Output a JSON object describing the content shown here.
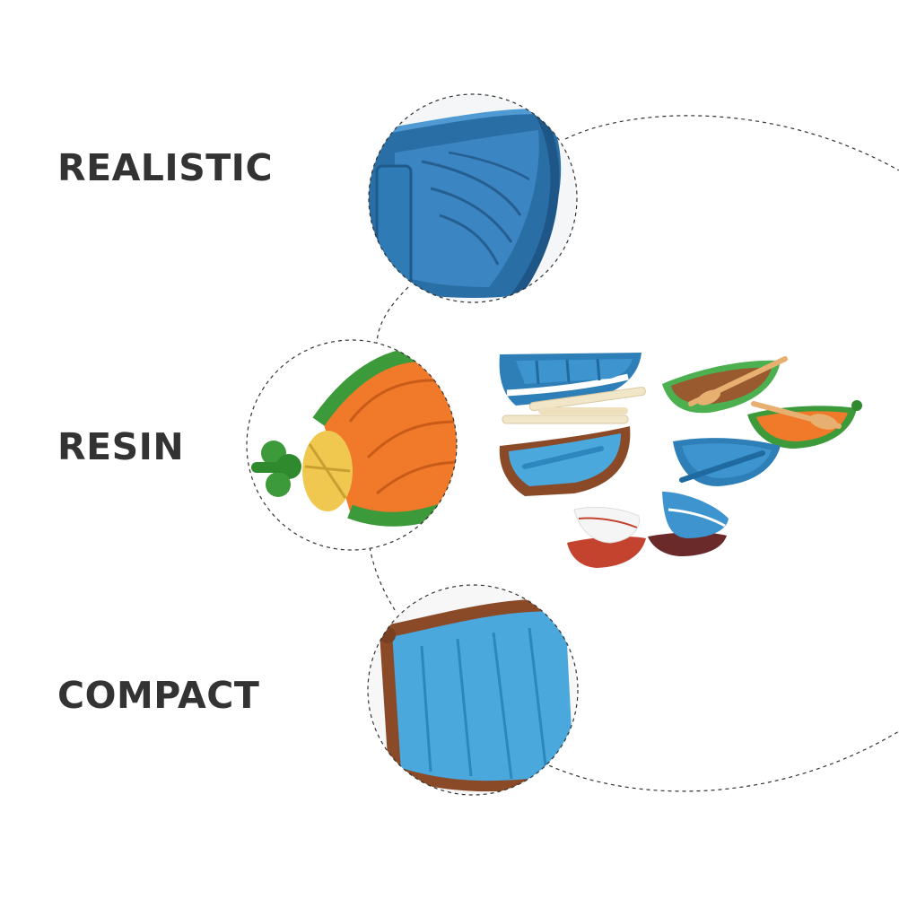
{
  "features": [
    {
      "label": "REALISTIC"
    },
    {
      "label": "RESIN"
    },
    {
      "label": "COMPACT"
    }
  ],
  "colors": {
    "label_text": "#333333",
    "dashed_line": "#333333",
    "boat_blue": "#2e7fb8",
    "boat_light_blue": "#4aa8dc",
    "boat_orange": "#f07a2a",
    "boat_green": "#3d9a3a",
    "boat_brown": "#8a4a28",
    "boat_red": "#c4432f",
    "oar_cream": "#f2e6c8"
  }
}
